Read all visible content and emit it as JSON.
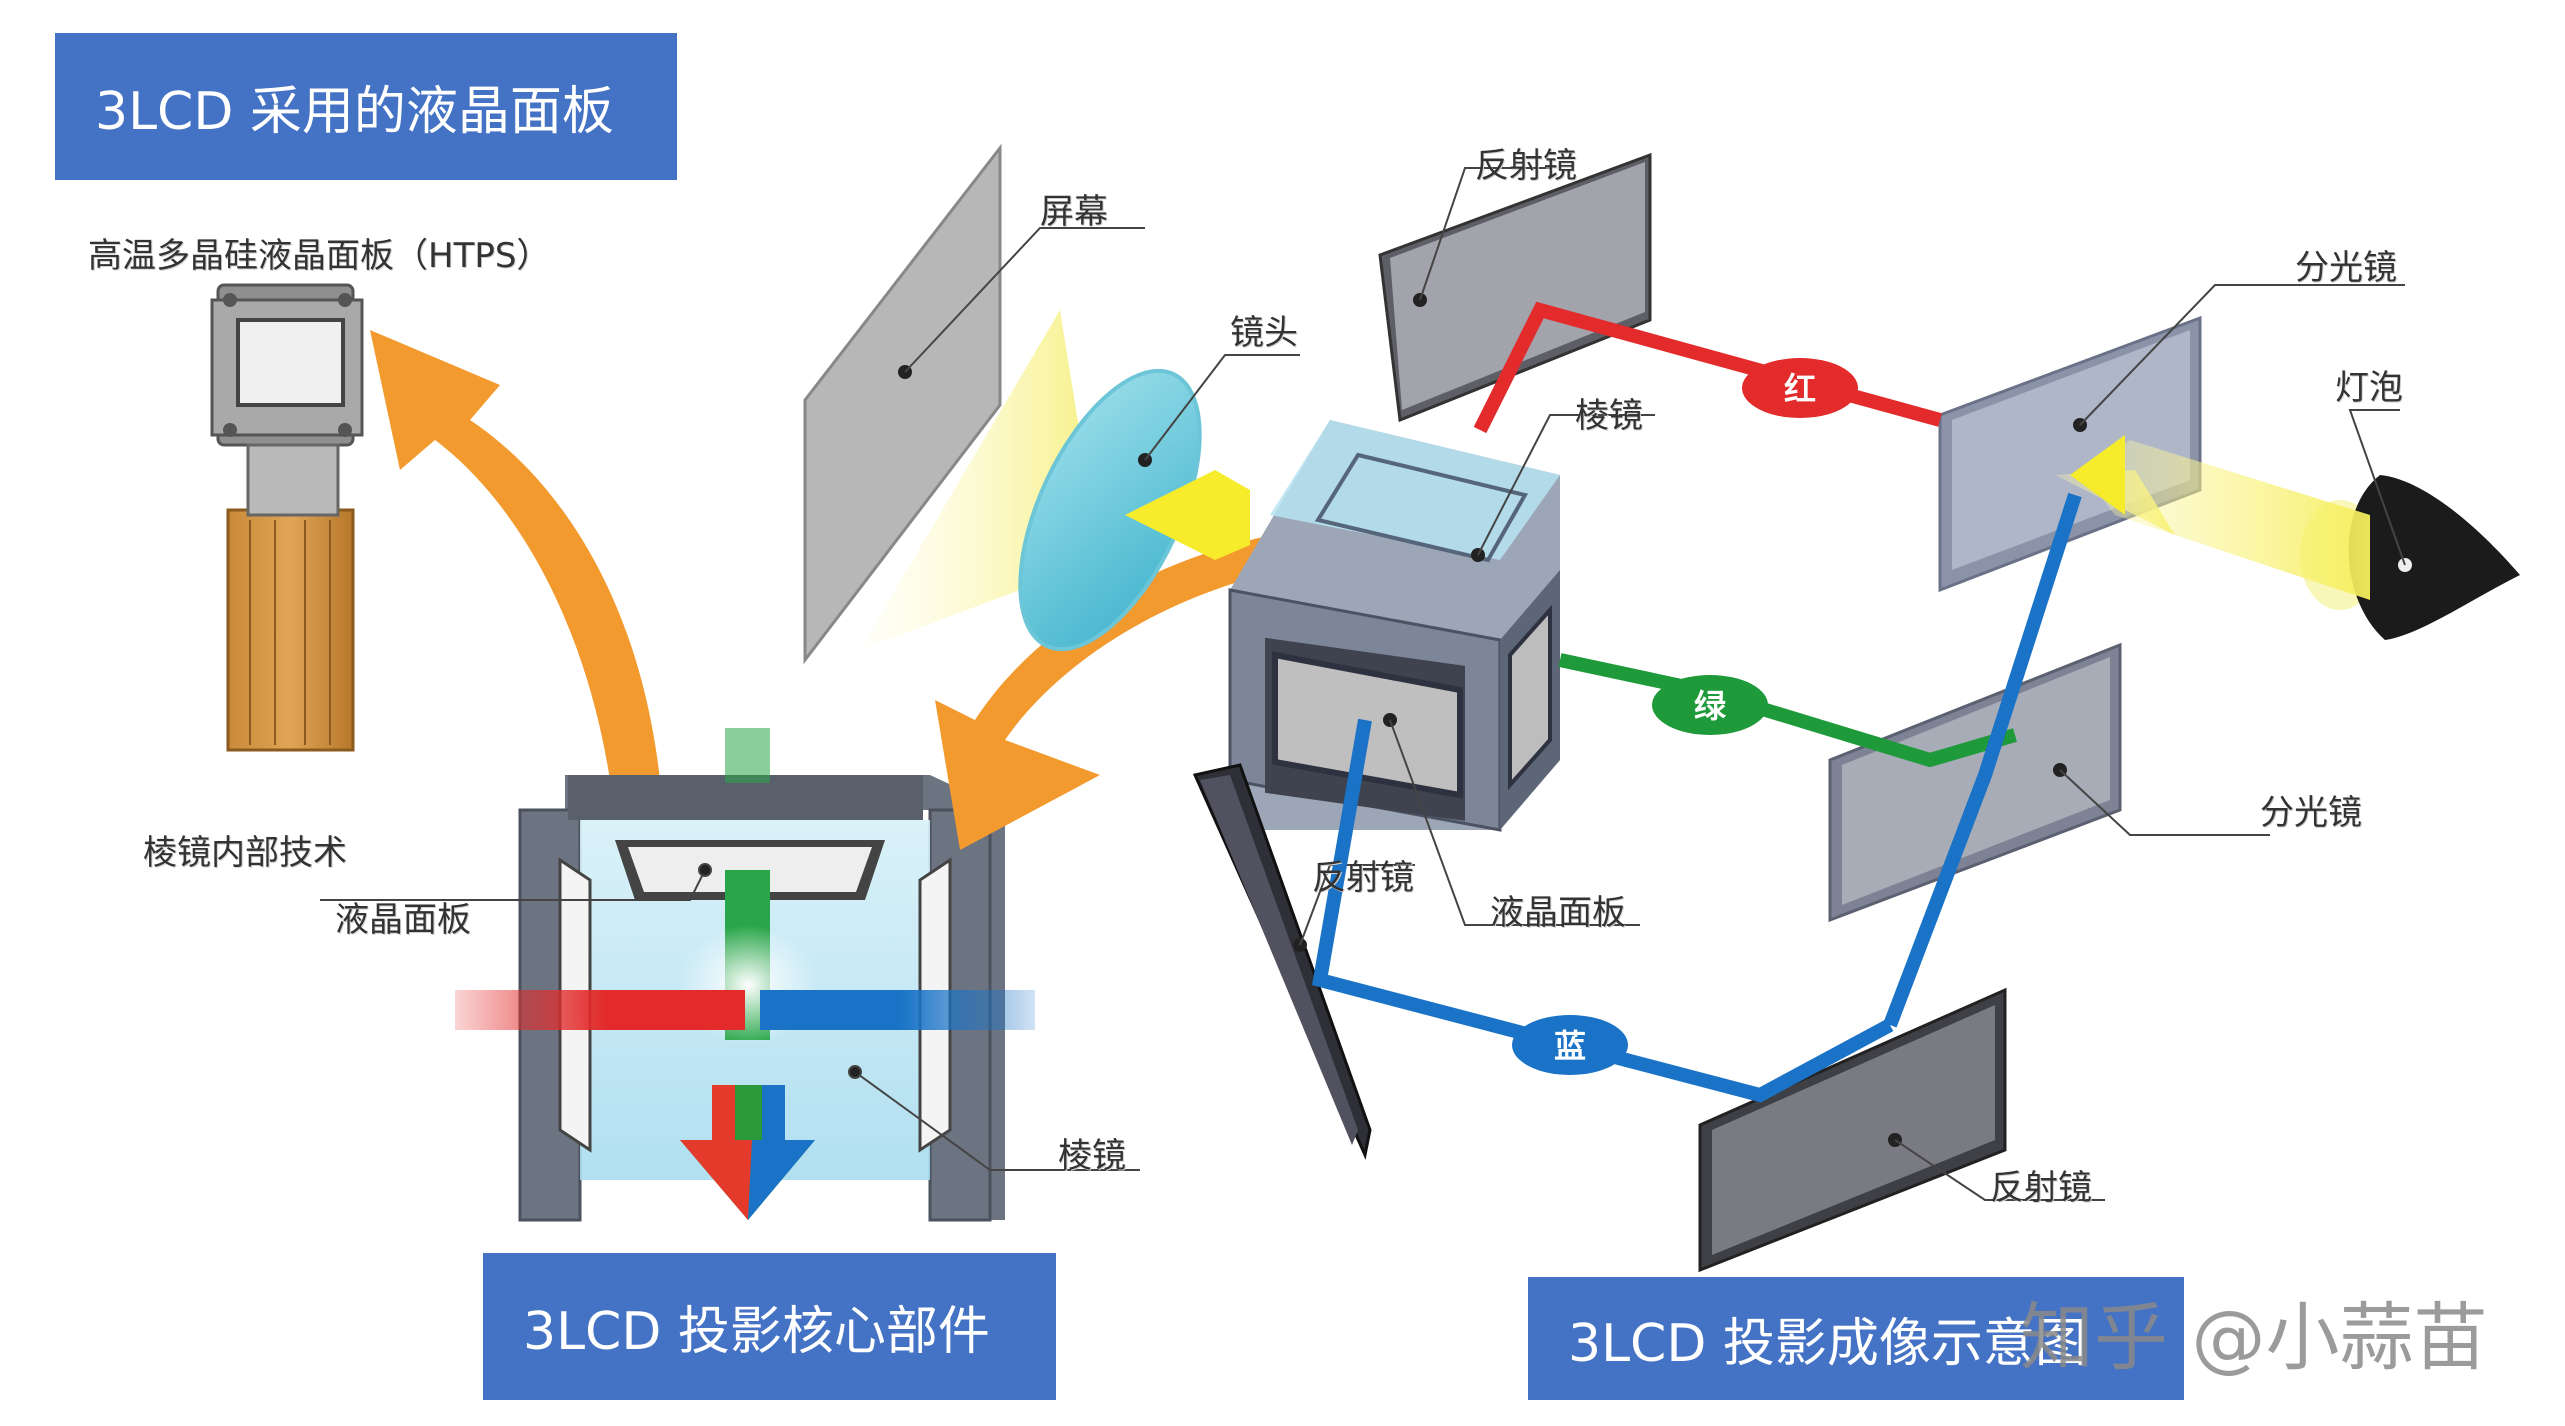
{
  "banners": {
    "lcd_panel": "3LCD 采用的液晶面板",
    "core_parts": "3LCD 投影核心部件",
    "imaging": "3LCD 投影成像示意图"
  },
  "left_labels": {
    "panel_type": "高温多晶硅液晶面板（HTPS）",
    "prism_tech": "棱镜内部技术",
    "lcd_panel": "液晶面板",
    "prism": "棱镜"
  },
  "right_labels": {
    "screen": "屏幕",
    "lens": "镜头",
    "mirror_top": "反射镜",
    "prism": "棱镜",
    "dichroic_top": "分光镜",
    "lamp": "灯泡",
    "dichroic_mid": "分光镜",
    "mirror_left": "反射镜",
    "lcd_panel": "液晶面板",
    "mirror_bottom": "反射镜"
  },
  "beams": {
    "red": "红",
    "green": "绿",
    "blue": "蓝"
  },
  "colors": {
    "banner_bg": "#4472c4",
    "red_beam": "#e32b2b",
    "green_beam": "#1f9a3a",
    "blue_beam": "#1a73c7",
    "arrow_orange": "#f39a2e",
    "light_yellow": "#f7f08a"
  },
  "watermark": "知乎 @小蒜苗"
}
